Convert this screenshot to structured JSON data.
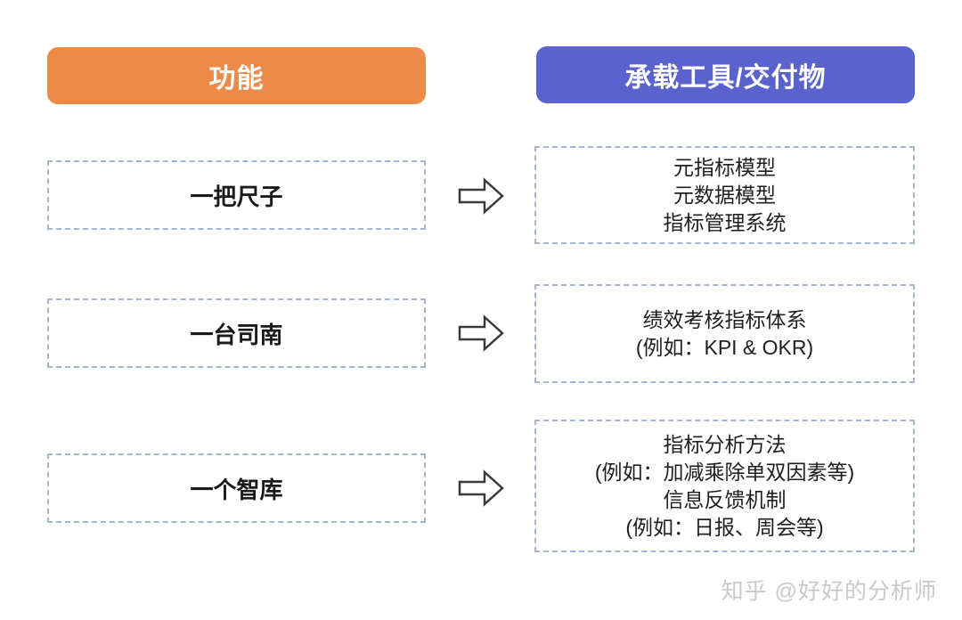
{
  "headers": {
    "left": "功能",
    "right": "承载工具/交付物"
  },
  "colors": {
    "left_header_bg": "#EC8B48",
    "right_header_bg": "#5A62CE",
    "dashed_border": "#A3B6CD",
    "arrow_stroke": "#3A3A3A",
    "watermark_text": "#C9C9C9"
  },
  "icons": {
    "arrow": "arrow-right-icon"
  },
  "rows": [
    {
      "left": "一把尺子",
      "right_lines": [
        "元指标模型",
        "元数据模型",
        "指标管理系统"
      ]
    },
    {
      "left": "一台司南",
      "right_lines": [
        "绩效考核指标体系",
        "(例如：KPI & OKR)"
      ]
    },
    {
      "left": "一个智库",
      "right_lines": [
        "指标分析方法",
        "(例如：加减乘除单双因素等)",
        "信息反馈机制",
        "(例如：日报、周会等)"
      ]
    }
  ],
  "watermark": "知乎 @好好的分析师"
}
